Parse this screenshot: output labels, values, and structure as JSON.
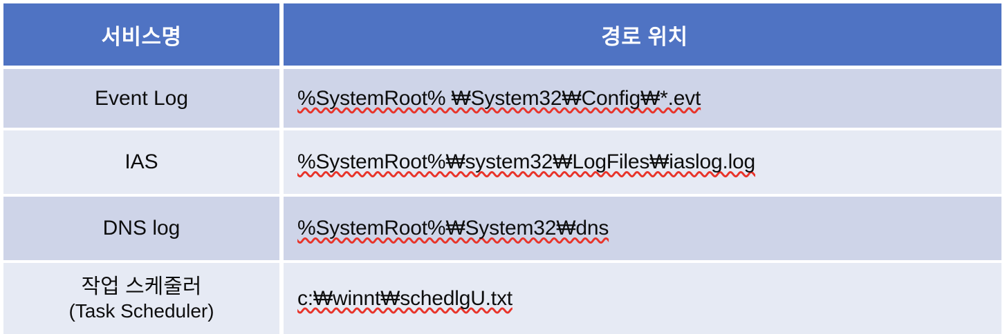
{
  "table": {
    "columns": [
      {
        "key": "service",
        "header": "서비스명"
      },
      {
        "key": "path",
        "header": "경로 위치"
      }
    ],
    "header_bg": "#4f73c3",
    "header_text_color": "#ffffff",
    "band_dark": "#ced4e8",
    "band_light": "#e6eaf4",
    "grid_color": "#ffffff",
    "rows": [
      {
        "service": "Event Log",
        "service_sub": "",
        "path": "%SystemRoot% ₩System32₩Config₩*.evt"
      },
      {
        "service": "IAS",
        "service_sub": "",
        "path": "%SystemRoot%₩system32₩LogFiles₩iaslog.log"
      },
      {
        "service": "DNS log",
        "service_sub": "",
        "path": "%SystemRoot%₩System32₩dns"
      },
      {
        "service": "작업 스케줄러",
        "service_sub": "(Task Scheduler)",
        "path": "c:₩winnt₩schedlgU.txt"
      }
    ]
  }
}
